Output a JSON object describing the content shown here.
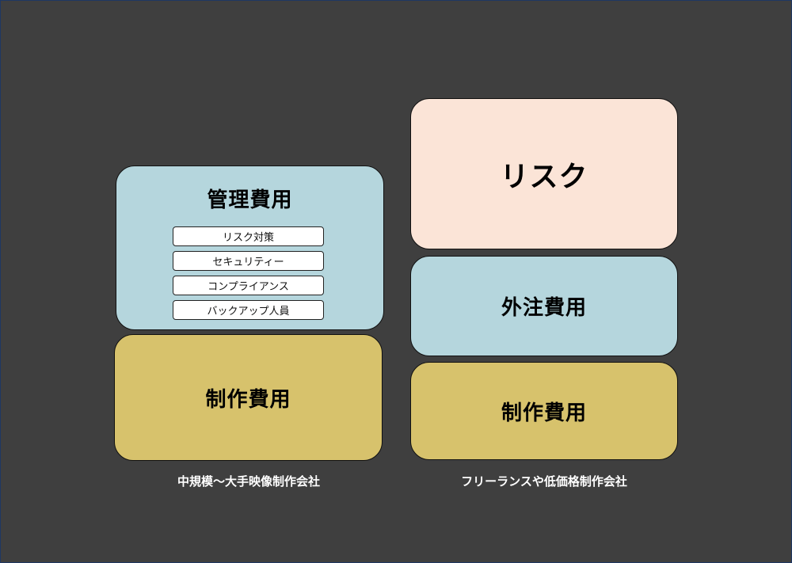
{
  "left": {
    "management": {
      "title": "管理費用",
      "items": [
        "リスク対策",
        "セキュリティー",
        "コンプライアンス",
        "バックアップ人員"
      ]
    },
    "production": "制作費用",
    "caption": "中規模〜大手映像制作会社"
  },
  "right": {
    "risk": "リスク",
    "outsource": "外注費用",
    "production": "制作費用",
    "caption": "フリーランスや低価格制作会社"
  },
  "colors": {
    "background": "#3f3f3f",
    "management": "#b5d6dd",
    "production": "#d7c26c",
    "risk": "#fbe4d7"
  }
}
